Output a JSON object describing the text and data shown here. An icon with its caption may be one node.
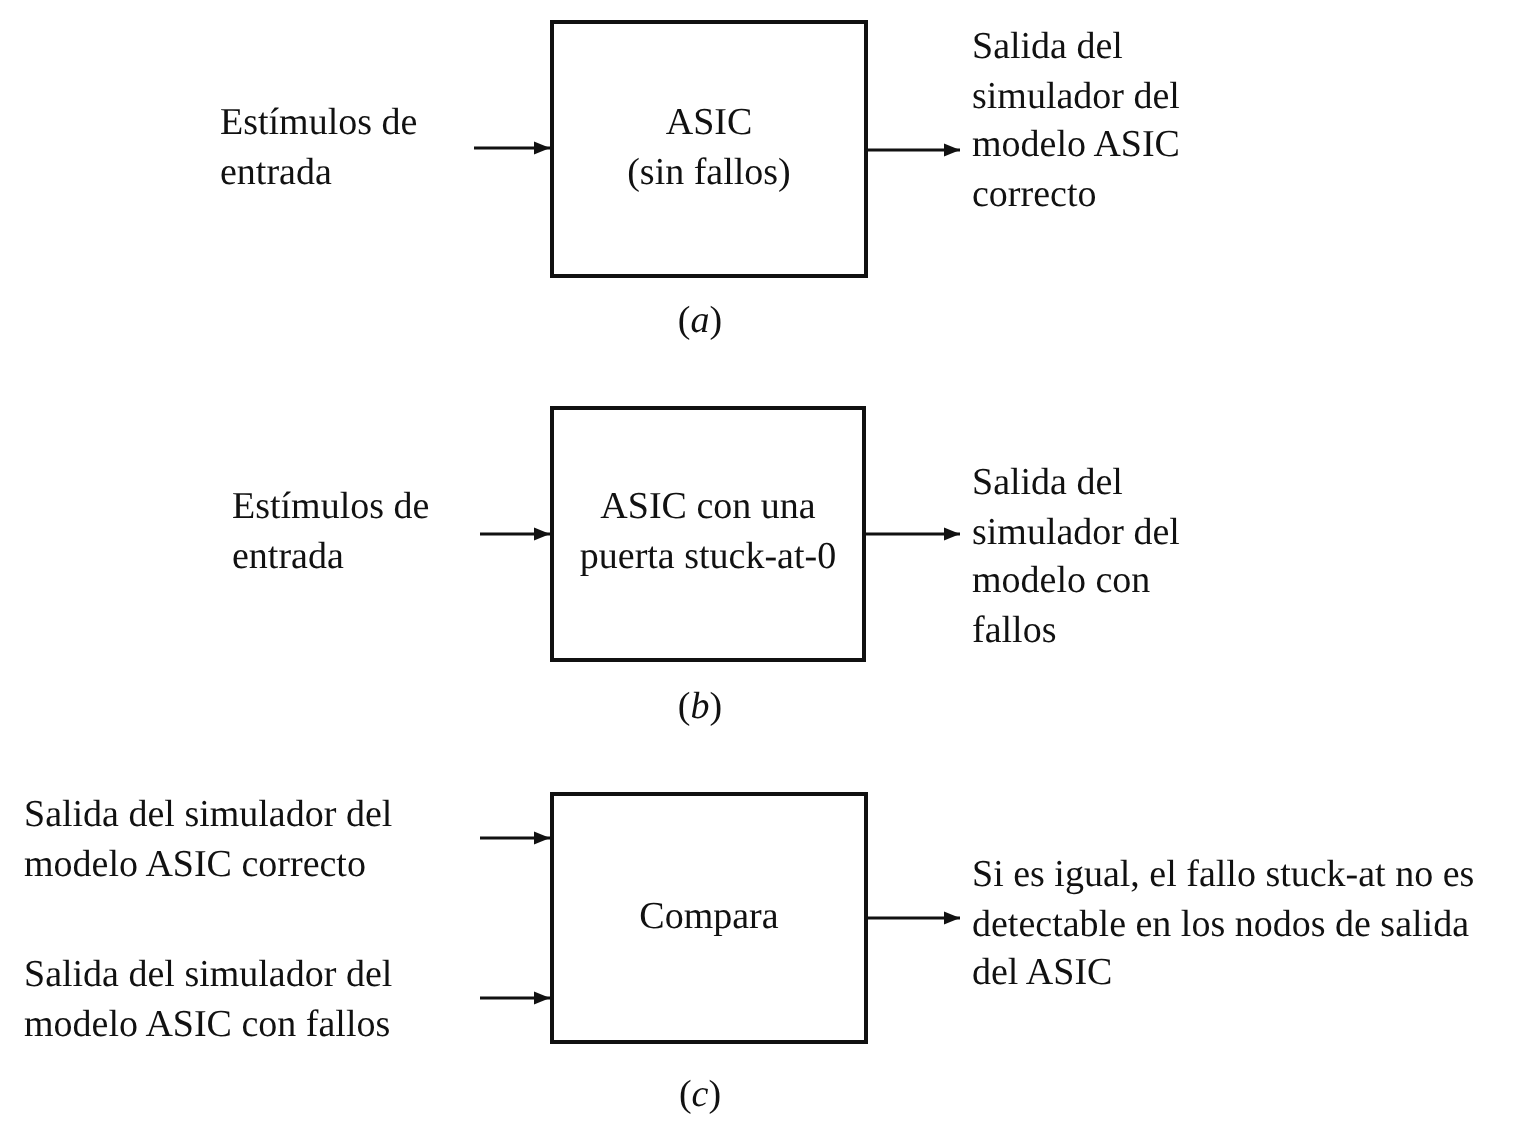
{
  "diagram": {
    "nodes": [
      {
        "text": [
          "Estímulos de entrada"
        ]
      },
      {
        "text": [
          "ASIC",
          "(sin fallos)"
        ]
      },
      {
        "text": [
          "Salida del simulador del modelo ASIC correcto"
        ]
      },
      {
        "text": [
          "Estímulos de entrada"
        ]
      },
      {
        "text": [
          "ASIC con una puerta stuck-at-0"
        ]
      },
      {
        "text": [
          "Salida del simulador del modelo con fallos"
        ]
      },
      {
        "text": [
          "Salida del simulador del modelo ASIC correcto"
        ]
      },
      {
        "text": [
          "Compara"
        ]
      },
      {
        "text": [
          "Si es igual, el fallo stuck-at no es detectable en los nodos de salida del ASIC"
        ]
      },
      {
        "text": [
          "Salida del simulador del modelo ASIC con fallos"
        ]
      }
    ],
    "edges": [
      {
        "from": 0,
        "to": 1,
        "arrow": "to"
      },
      {
        "from": 1,
        "to": 2,
        "arrow": "to"
      },
      {
        "from": 3,
        "to": 4,
        "arrow": "to"
      },
      {
        "from": 4,
        "to": 5,
        "arrow": "to"
      },
      {
        "from": 6,
        "to": 7,
        "arrow": "to"
      },
      {
        "from": 9,
        "to": 7,
        "arrow": "to"
      },
      {
        "from": 7,
        "to": 8,
        "arrow": "to"
      }
    ],
    "labels": [
      "(*a*)",
      "(*b*)",
      "(*c*)"
    ]
  }
}
